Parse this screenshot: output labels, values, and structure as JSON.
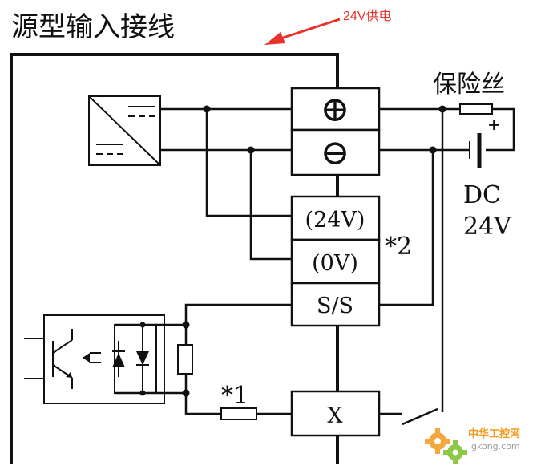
{
  "title": "源型输入接线",
  "annotation": {
    "text": "24V供电",
    "color": "#e8322b"
  },
  "terminals": {
    "plus_symbol": "⊕",
    "minus_symbol": "⊖",
    "v24": "(24V)",
    "v0": "(0V)",
    "ss": "S/S",
    "x": "X"
  },
  "labels": {
    "fuse": "保险丝",
    "dc": "DC",
    "dc_voltage": "24V",
    "note2": "*2",
    "note1": "*1",
    "battery_plus": "+"
  },
  "watermark": {
    "brand": "中华工控网",
    "url": "gkong.com",
    "colors": {
      "orange": "#f29a1e",
      "green": "#7bbf2a"
    }
  },
  "colors": {
    "line": "#111111",
    "arrow": "#e8322b"
  }
}
